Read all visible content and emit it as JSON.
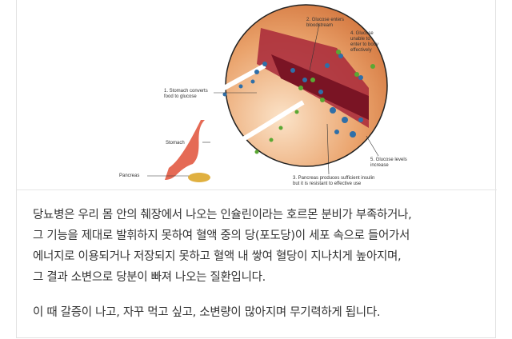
{
  "diagram": {
    "labels": {
      "step1": [
        "1. Stomach converts",
        "food to glucose"
      ],
      "step2": [
        "2. Glucose enters",
        "bloodstream"
      ],
      "step3": [
        "3. Pancreas produces sufficient insulin",
        "but it is resistant to effective use"
      ],
      "step4": [
        "4. Glucose",
        "unable to",
        "enter to body",
        "effectively"
      ],
      "step5": [
        "5. Glucose levels",
        "increase"
      ],
      "stomach": "Stomach",
      "pancreas": "Pancreas"
    }
  },
  "body": {
    "paragraph1": [
      "당뇨병은 우리 몸 안의 췌장에서 나오는 인슐린이라는 호르몬 분비가 부족하거나,",
      "그 기능을 제대로 발휘하지 못하여 혈액 중의 당(포도당)이 세포 속으로 들어가서",
      "에너지로 이용되거나 저장되지 못하고 혈액 내 쌓여 혈당이 지나치게 높아지며,",
      "그 결과 소변으로 당분이 빠져 나오는 질환입니다."
    ],
    "paragraph2": "이 때 갈증이 나고, 자꾸 먹고 싶고, 소변량이 많아지며 무기력하게 됩니다."
  }
}
